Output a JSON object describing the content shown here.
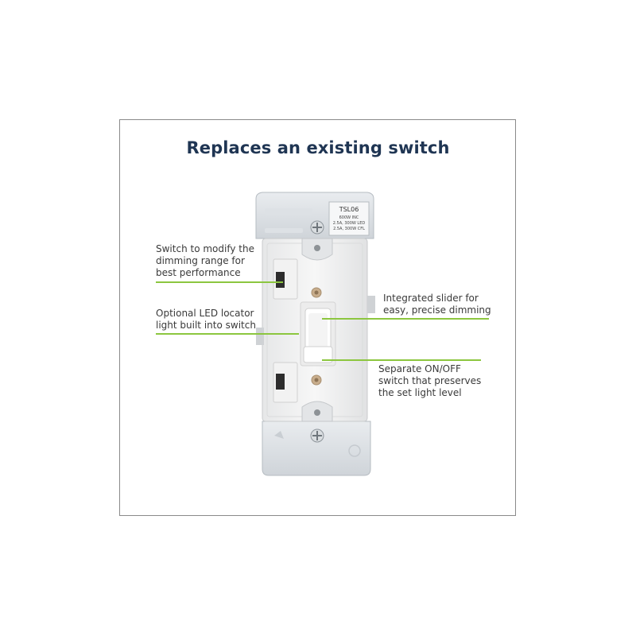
{
  "title": "Replaces an existing switch",
  "label_plate": {
    "model": "TSL06",
    "rating_line_1": "600W INC",
    "rating_line_2": "2.5A, 300W LED",
    "rating_line_3": "2.5A, 300W CFL"
  },
  "callouts": {
    "range_switch": "Switch to modify the\ndimming range for\nbest performance",
    "led_locator": "Optional LED locator\nlight built into switch",
    "slider": "Integrated slider for\neasy, precise dimming",
    "on_off": "Separate ON/OFF\nswitch that preserves\nthe set light level"
  },
  "colors": {
    "title": "#1f3553",
    "leader_line": "#8cc63f",
    "frame_border": "#8a8a8a"
  }
}
